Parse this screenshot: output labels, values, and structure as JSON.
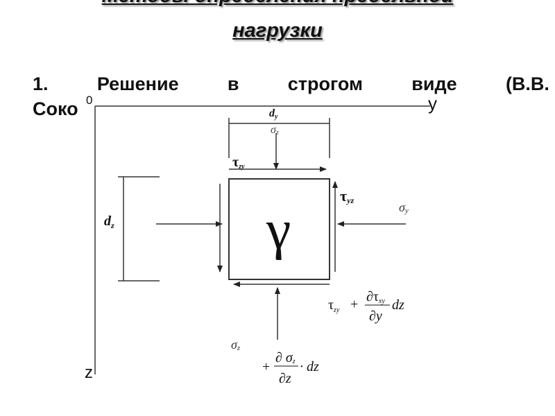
{
  "title": {
    "line1": "Методы определения предельной",
    "line2": "нагрузки"
  },
  "body": {
    "words": [
      "1.",
      "Решение",
      "в",
      "строгом",
      "виде",
      "(В.В."
    ],
    "line2": "Соко"
  },
  "diagram": {
    "axis_origin": "0",
    "axis_y": "y",
    "axis_z": "z",
    "dim_y": "d",
    "dim_y_sub": "y",
    "dim_z": "d",
    "dim_z_sub": "z",
    "sigma_z_top": "σ",
    "sigma_sub": "z",
    "tau_zy": "τ",
    "tau_zy_sub": "zy",
    "tau_yz": "τ",
    "tau_yz_sub": "yz",
    "sigma_y": "σ",
    "sigma_y_sub": "y",
    "gamma": "γ",
    "tau_bottom": "τ",
    "tau_bottom_sub": "zy",
    "plus": "+",
    "partial_tau": "∂τ",
    "partial_tau_sub": "xy",
    "partial_y": "∂y",
    "dz": "dz",
    "sigma_z_bottom": "σ",
    "sigma_bottom_sub": "z",
    "partial_sigma": "∂ σ",
    "partial_sigma_sub": "z",
    "partial_z": "∂z",
    "dot_dz": "· dz"
  }
}
